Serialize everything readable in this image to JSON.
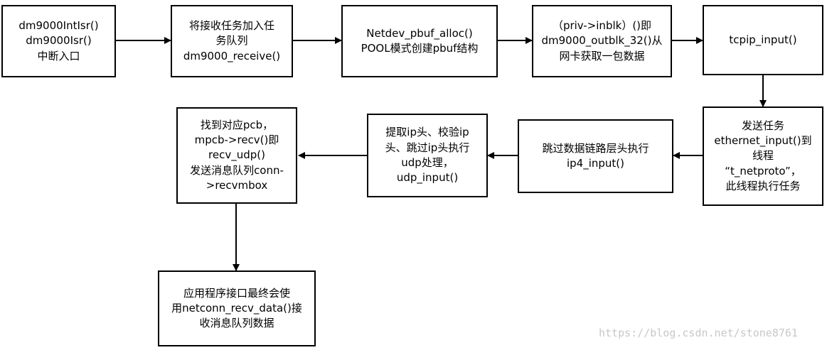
{
  "nodes": {
    "n1": [
      "dm9000IntIsr()",
      "dm9000Isr()",
      "中断入口"
    ],
    "n2": [
      "将接收任务加入任",
      "务队列",
      "dm9000_receive()"
    ],
    "n3": [
      "Netdev_pbuf_alloc()",
      "POOL模式创建pbuf结构"
    ],
    "n4": [
      "（priv->inblk）()即",
      "dm9000_outblk_32()从",
      "网卡获取一包数据"
    ],
    "n5": [
      "tcpip_input()"
    ],
    "n6": [
      "发送任务",
      "ethernet_input()到",
      "线程",
      "“t_netproto”，",
      "此线程执行任务"
    ],
    "n7": [
      "跳过数据链路层头执行",
      "ip4_input()"
    ],
    "n8": [
      "提取ip头、校验ip",
      "头、跳过ip头执行",
      "udp处理，",
      "udp_input()"
    ],
    "n9": [
      "找到对应pcb，",
      "mpcb->recv()即",
      "recv_udp()",
      "发送消息队列conn-",
      ">recvmbox"
    ],
    "n10": [
      "应用程序接口最终会使",
      "用netconn_recv_data()接",
      "收消息队列数据"
    ]
  },
  "watermark": "https://blog.csdn.net/stone8761"
}
